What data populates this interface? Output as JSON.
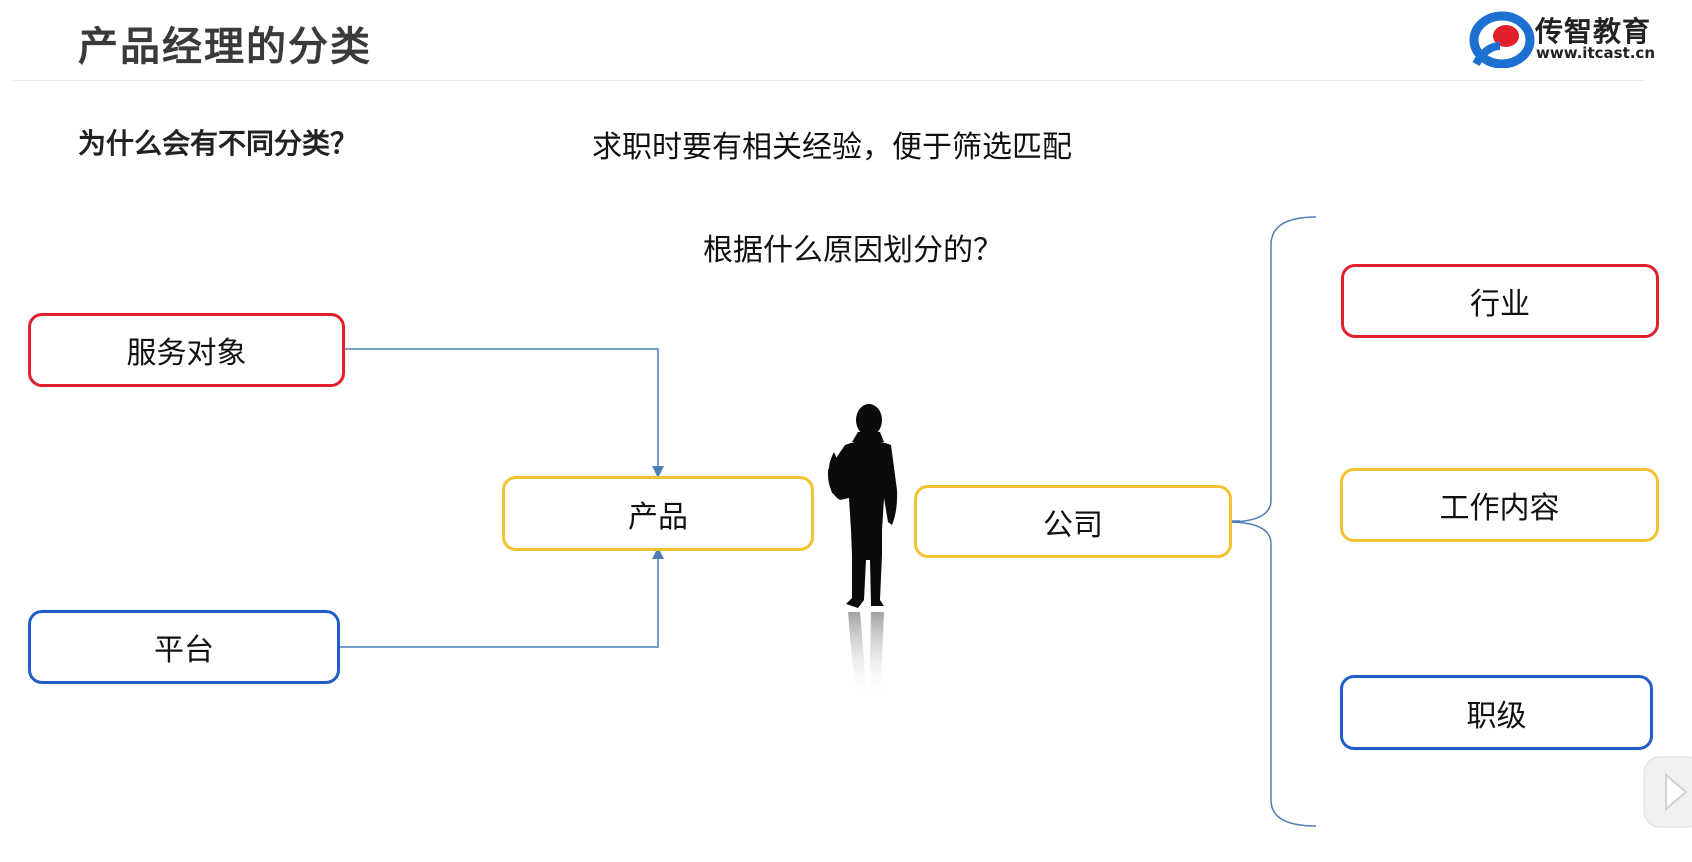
{
  "header": {
    "title": "产品经理的分类",
    "logo_name": "传智教育",
    "logo_url": "www.itcast.cn"
  },
  "intro": {
    "question": "为什么会有不同分类？",
    "answer": "求职时要有相关经验，便于筛选匹配",
    "sub_question": "根据什么原因划分的？"
  },
  "left_factors": {
    "service_target": "服务对象",
    "platform": "平台"
  },
  "center": {
    "product": "产品",
    "company": "公司"
  },
  "right_factors": {
    "industry": "行业",
    "work_content": "工作内容",
    "job_level": "职级"
  },
  "colors": {
    "red": "#e0202a",
    "yellow": "#f2c230",
    "blue": "#1f5fc6",
    "connector": "#4f7fb8"
  },
  "icons": [
    "businessman-silhouette-icon",
    "itcast-logo-icon",
    "video-play-icon"
  ]
}
